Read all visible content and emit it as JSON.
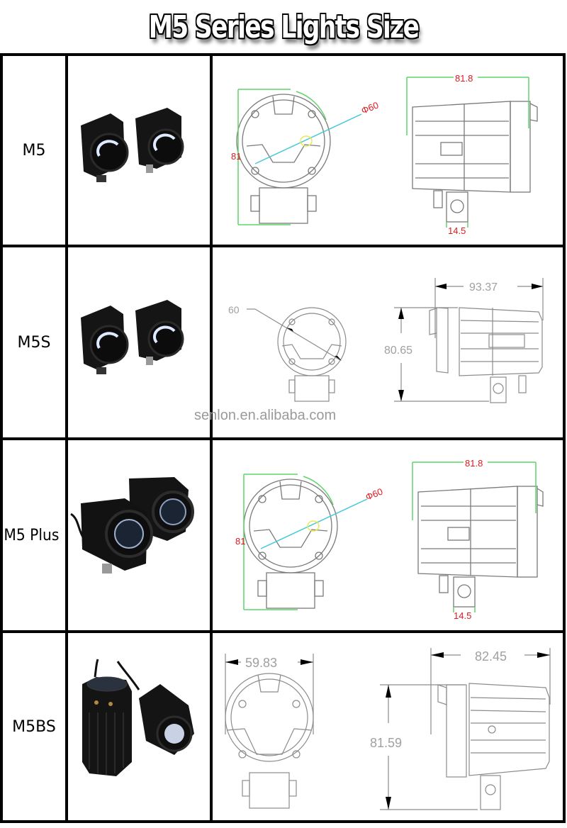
{
  "header": {
    "title": "M5 Series Lights Size"
  },
  "colors": {
    "dim_red": "#e0191f",
    "dim_green": "#5fd36a",
    "dim_cyan": "#44c8d8",
    "dim_gray": "#8c8c8c",
    "line": "#6e6e6e",
    "border": "#000000"
  },
  "watermark": "senlon.en.alibaba.com",
  "rows": [
    {
      "model": "M5",
      "photo_icon": "twin-led-spotlight-photo",
      "front_view": {
        "height_label": "81",
        "diameter_label": "Φ60"
      },
      "side_view": {
        "length_label": "81.8",
        "bracket_label": "14.5"
      }
    },
    {
      "model": "M5S",
      "photo_icon": "twin-led-spotlight-photo",
      "front_view": {
        "diameter_label": "60"
      },
      "side_view": {
        "length_label": "93.37",
        "height_label": "80.65"
      }
    },
    {
      "model": "M5 Plus",
      "photo_icon": "twin-projector-lens-light-photo",
      "front_view": {
        "height_label": "81",
        "diameter_label": "Φ60"
      },
      "side_view": {
        "length_label": "81.8",
        "bracket_label": "14.5"
      }
    },
    {
      "model": "M5BS",
      "photo_icon": "finned-projector-light-photo",
      "front_view": {
        "width_label": "59.83"
      },
      "side_view": {
        "length_label": "82.45",
        "height_label": "81.59"
      }
    }
  ]
}
